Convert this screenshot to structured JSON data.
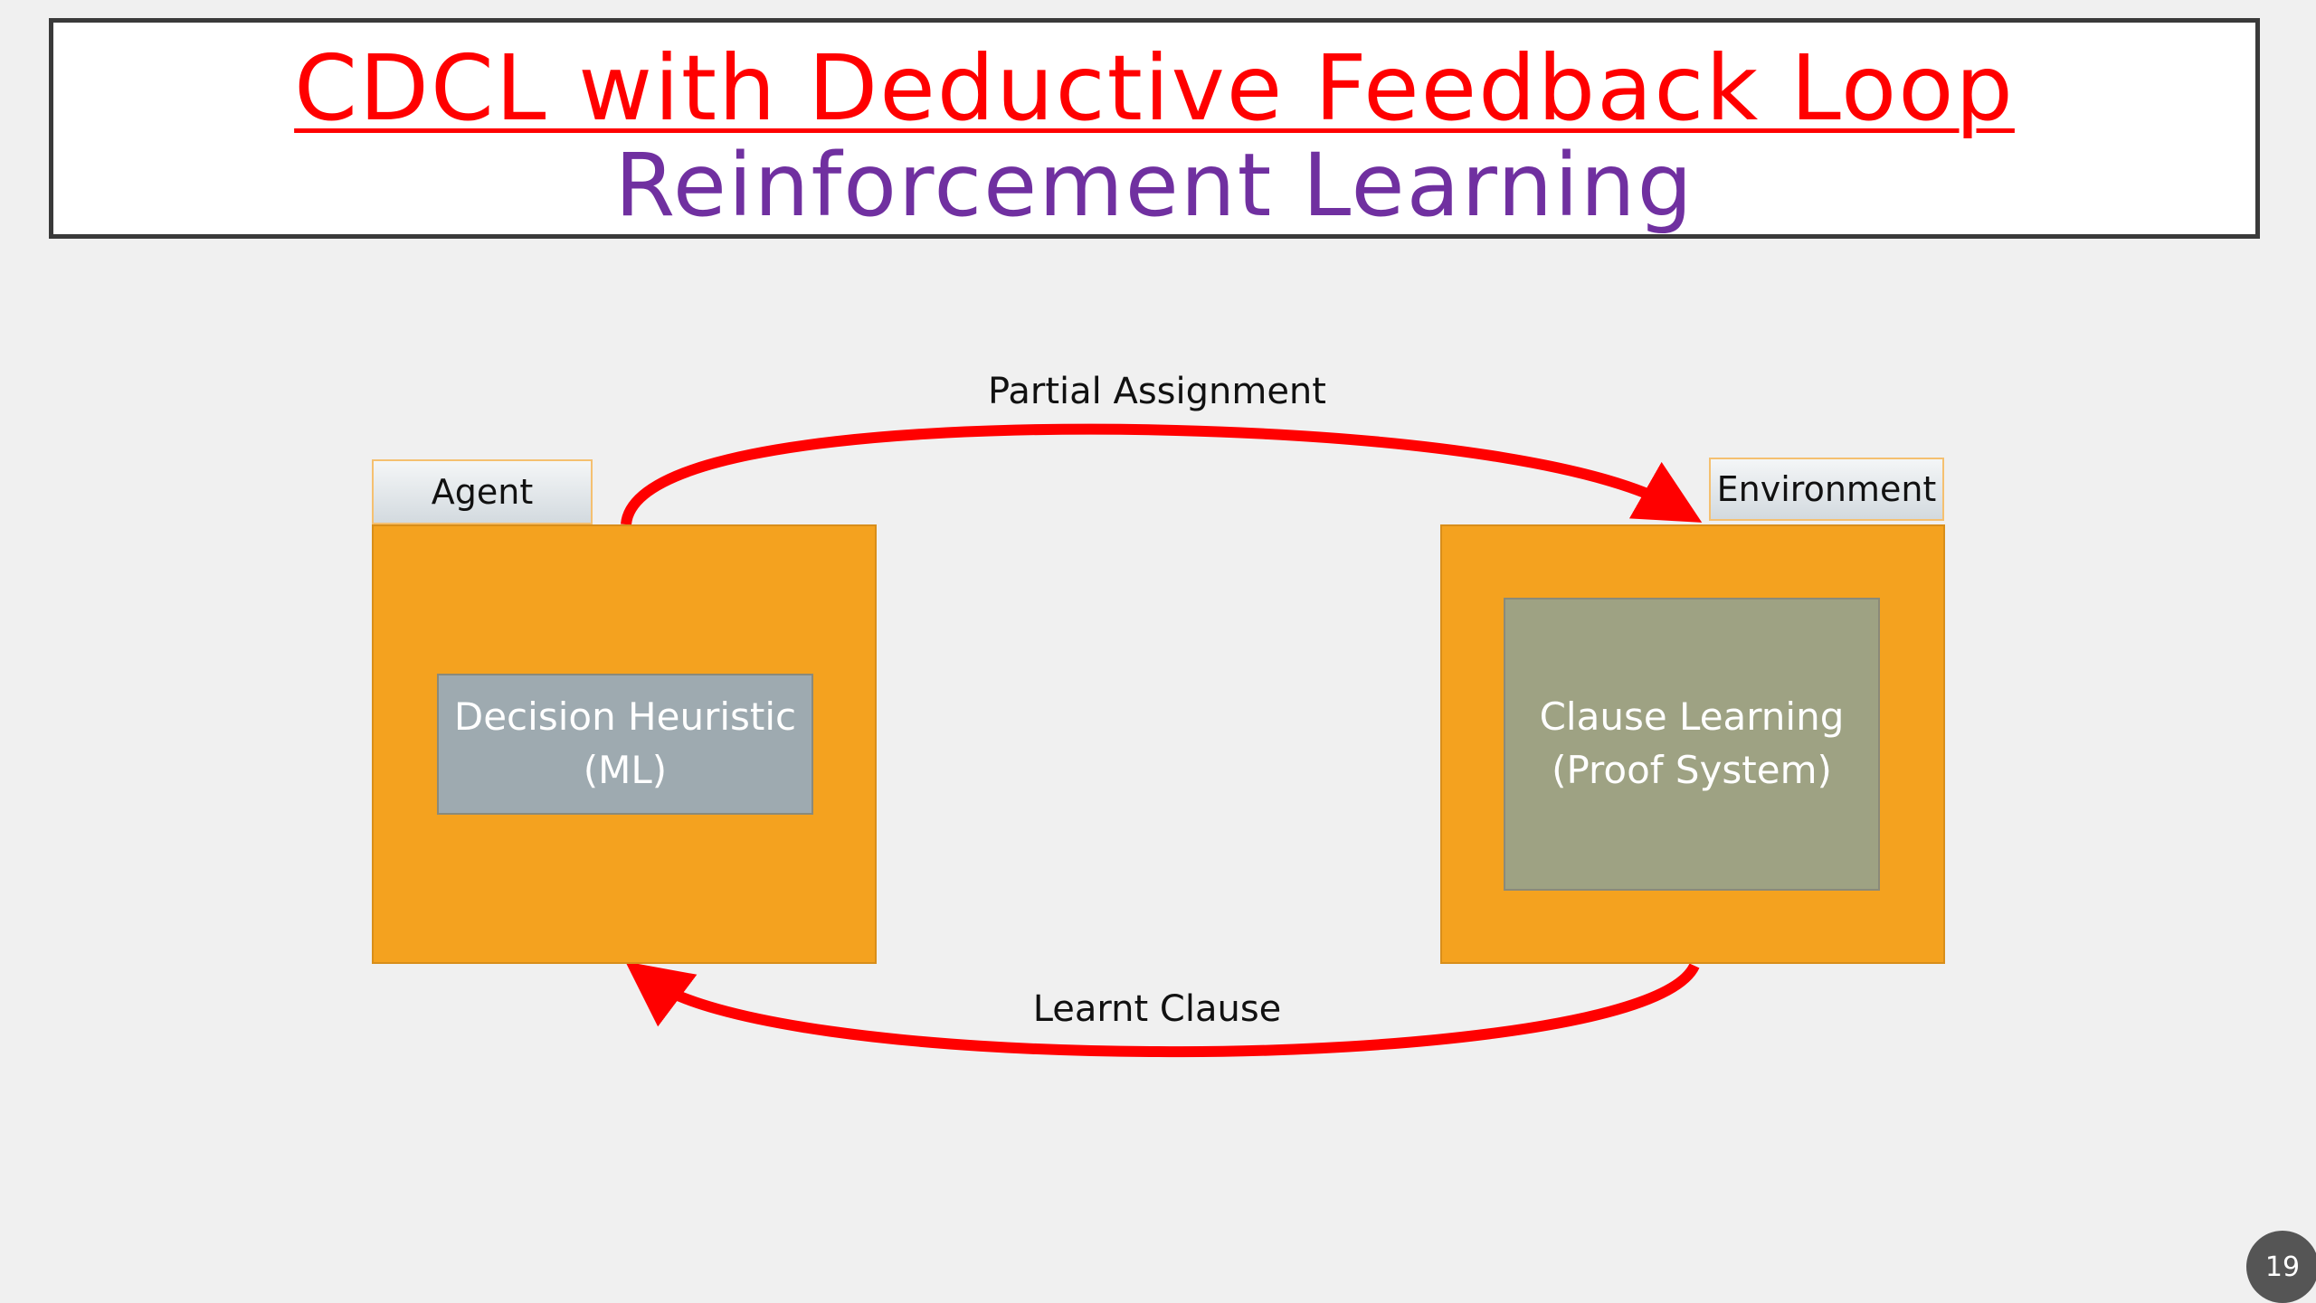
{
  "title": {
    "line1": "CDCL with Deductive Feedback Loop",
    "line2": "Reinforcement Learning",
    "line1_color": "#ff0000",
    "line2_color": "#7030a0"
  },
  "diagram": {
    "agent": {
      "tab_label": "Agent",
      "inner_line1": "Decision Heuristic",
      "inner_line2": "(ML)"
    },
    "environment": {
      "tab_label": "Environment",
      "inner_line1": "Clause Learning",
      "inner_line2": "(Proof System)"
    },
    "top_arrow_label": "Partial Assignment",
    "bottom_arrow_label": "Learnt Clause",
    "box_color": "#f4a21f",
    "arrow_color": "#ff0000"
  },
  "page_number": "19"
}
